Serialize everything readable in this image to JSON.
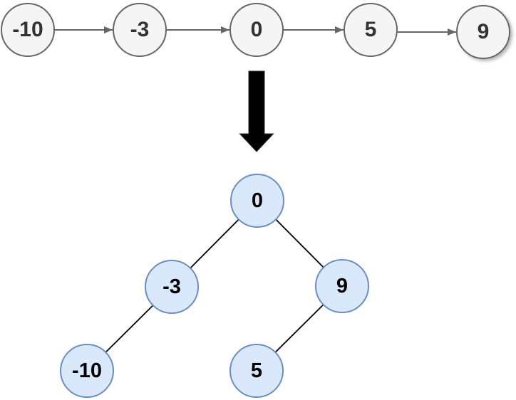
{
  "linked_list": {
    "nodes": [
      {
        "label": "-10"
      },
      {
        "label": "-3"
      },
      {
        "label": "0"
      },
      {
        "label": "5"
      },
      {
        "label": "9"
      }
    ]
  },
  "transform": {
    "icon": "down-arrow"
  },
  "tree": {
    "root": "0",
    "nodes": [
      {
        "label": "0"
      },
      {
        "label": "-3"
      },
      {
        "label": "9"
      },
      {
        "label": "-10"
      },
      {
        "label": "5"
      }
    ],
    "edges": [
      {
        "from": "0",
        "to": "-3"
      },
      {
        "from": "0",
        "to": "9"
      },
      {
        "from": "-3",
        "to": "-10"
      },
      {
        "from": "9",
        "to": "5"
      }
    ]
  },
  "colors": {
    "list_node_fill": "#f5f5f5",
    "list_node_border": "#666666",
    "list_text": "#333333",
    "connector": "#666666",
    "tree_node_fill": "#dae8fc",
    "tree_node_border": "#6c8ebf",
    "tree_text": "#000000",
    "tree_edge": "#000000",
    "big_arrow": "#000000",
    "background": "#ffffff"
  }
}
